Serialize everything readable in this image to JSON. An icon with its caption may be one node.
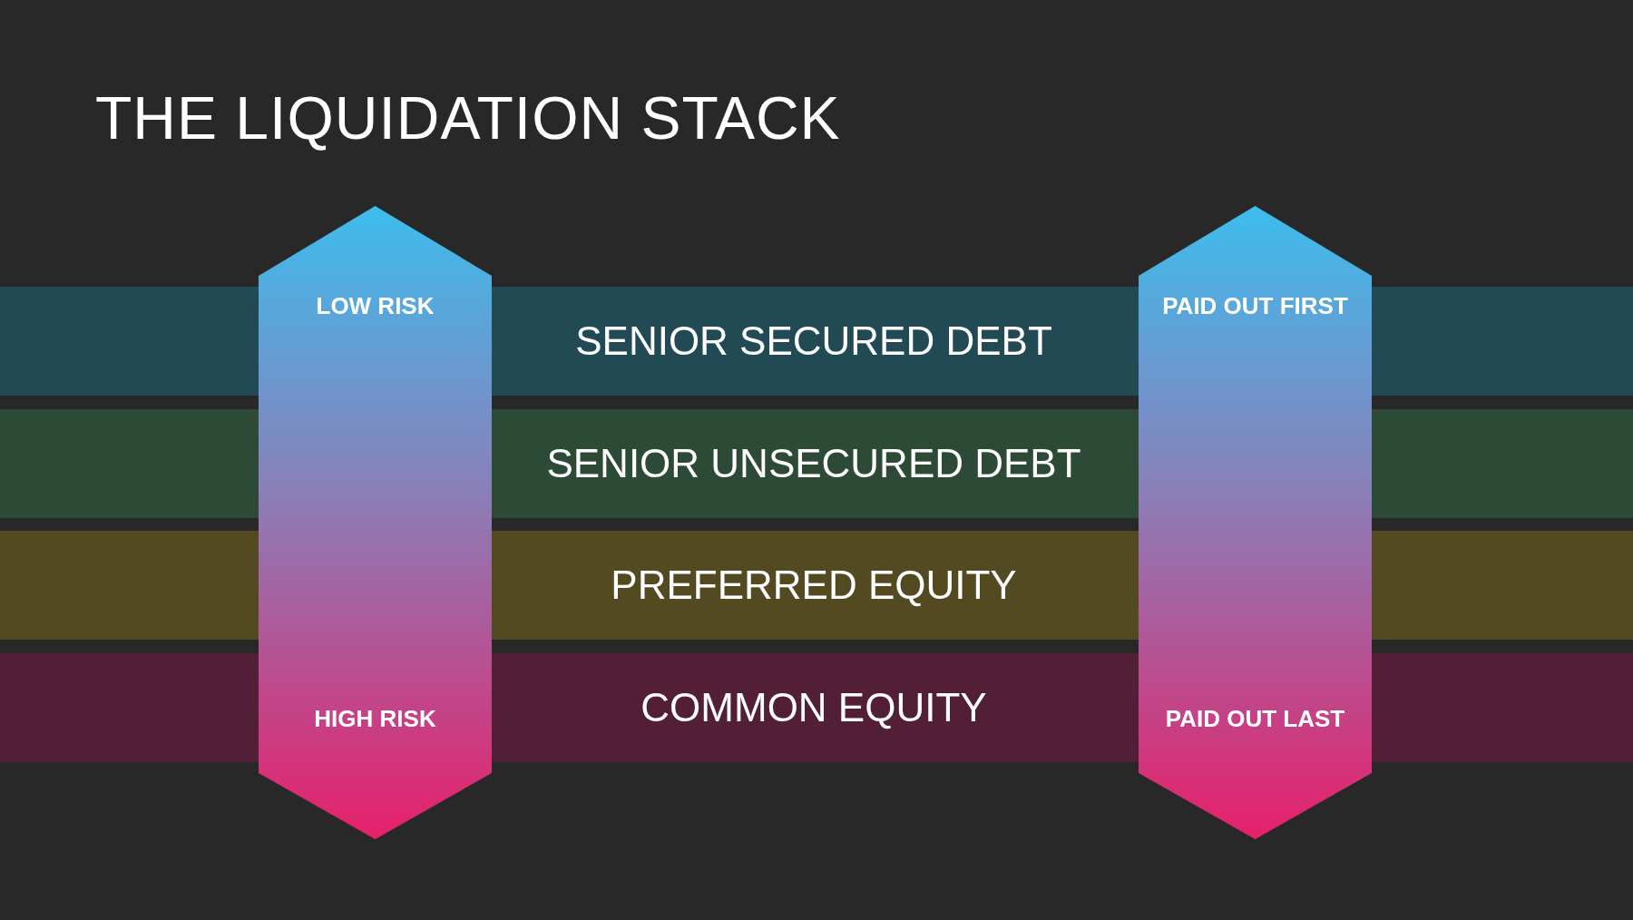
{
  "diagram": {
    "title": "THE LIQUIDATION STACK",
    "nodes": [
      {
        "text": [
          "SENIOR SECURED DEBT"
        ]
      },
      {
        "text": [
          "SENIOR UNSECURED DEBT"
        ]
      },
      {
        "text": [
          "PREFERRED EQUITY"
        ]
      },
      {
        "text": [
          "COMMON EQUITY"
        ]
      },
      {
        "text": [
          "LOW RISK",
          "HIGH RISK"
        ]
      },
      {
        "text": [
          "PAID OUT FIRST",
          "PAID OUT LAST"
        ]
      }
    ]
  }
}
